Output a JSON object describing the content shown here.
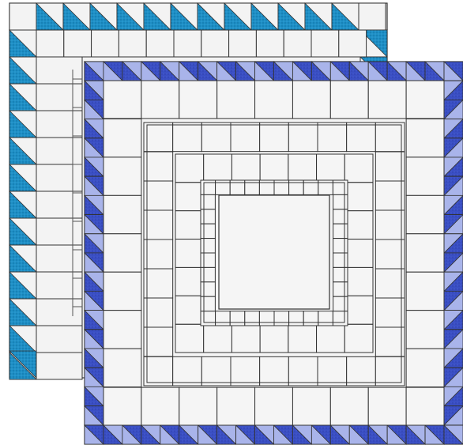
{
  "scene": {
    "background": "#ffffff",
    "outline": "#333333",
    "back_quilt": {
      "name": "teal-quilt-layout",
      "light": "#f3f3f3",
      "dark": "#1e8fc6",
      "dark_speckle": "#0f6e9f",
      "border": "teal-sawtooth-border"
    },
    "front_quilt": {
      "name": "blue-medallion-quilt",
      "light": "#f5f5f5",
      "dark": "#3a4fc4",
      "mid": "#a9b4ea",
      "border": "blue-sawtooth-border",
      "center": "plain-center-square"
    }
  }
}
